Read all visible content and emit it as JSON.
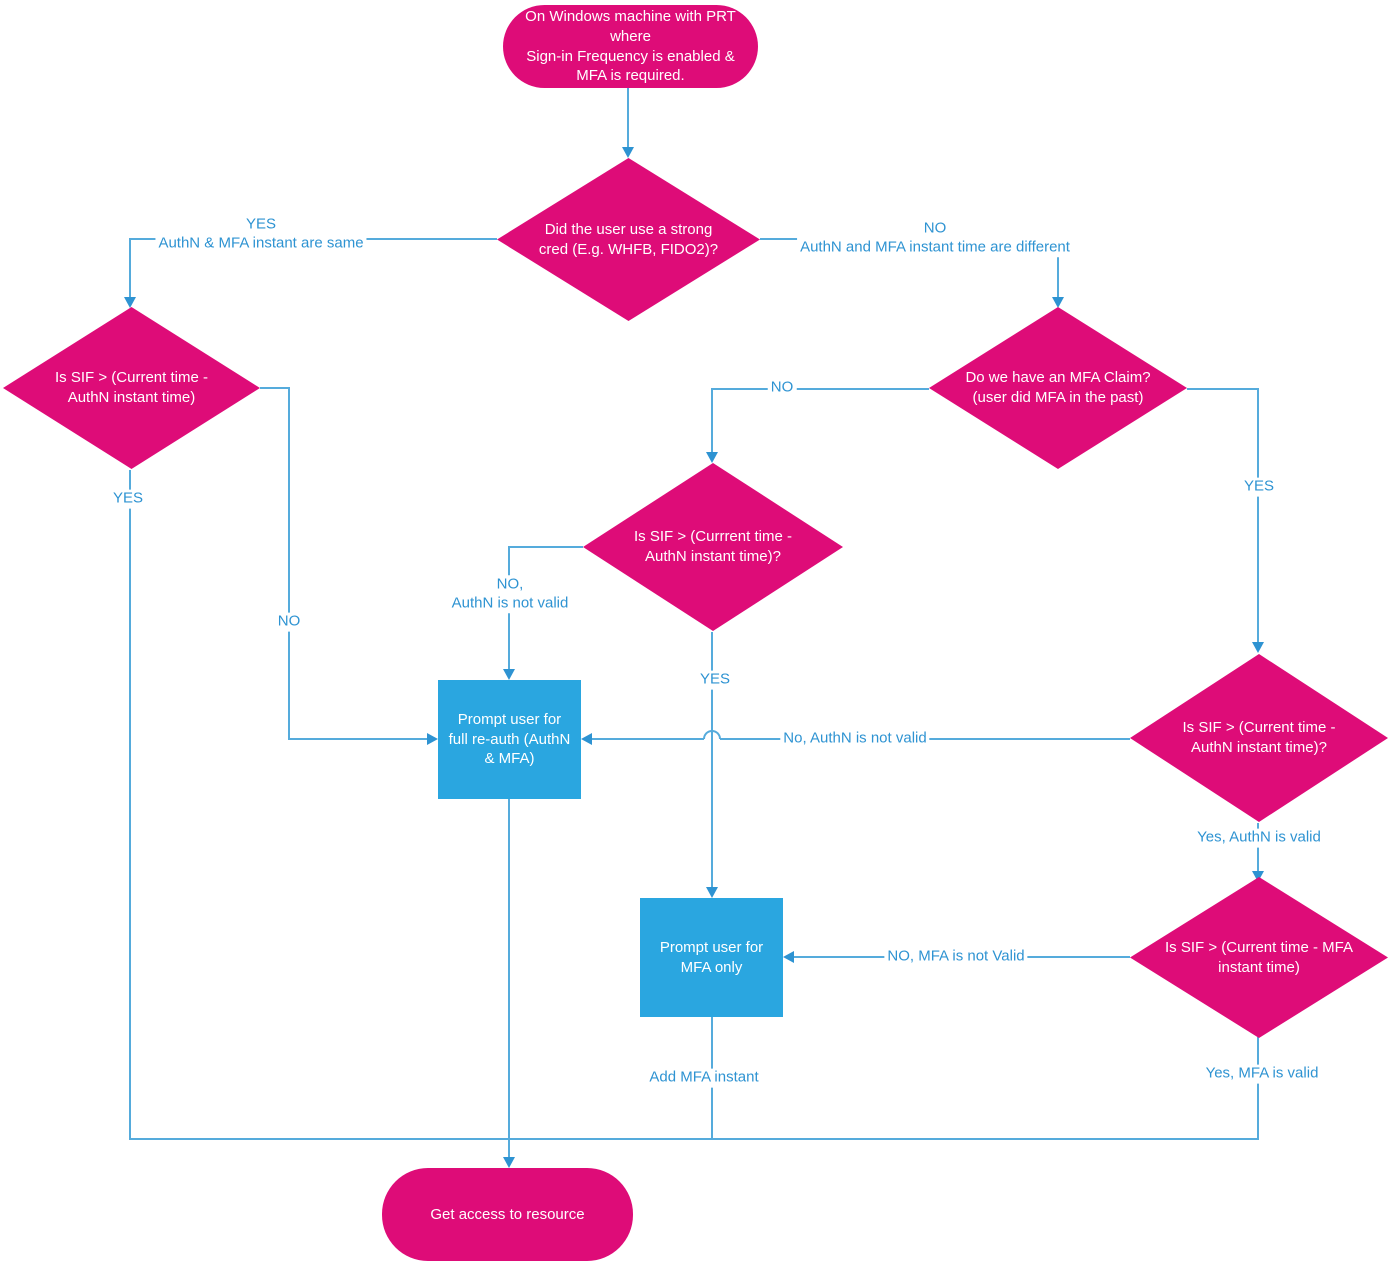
{
  "colors": {
    "shape_pink": "#de0c78",
    "box_blue": "#2aa6e0",
    "line_blue": "#55abdc",
    "label_blue": "#2e93d2",
    "shape_text": "#ffffff",
    "bg": "#ffffff"
  },
  "nodes": {
    "start": {
      "type": "terminator",
      "text": "On Windows machine with PRT\nwhere\nSign-in Frequency is enabled &\nMFA is required."
    },
    "q_strong_cred": {
      "type": "decision",
      "text": "Did the user use a strong\ncred (E.g. WHFB, FIDO2)?"
    },
    "q_sif_authn_left": {
      "type": "decision",
      "text": "Is SIF > (Current time -\nAuthN instant time)"
    },
    "q_mfa_claim": {
      "type": "decision",
      "text": "Do we have an MFA Claim?\n(user did MFA in the past)"
    },
    "q_sif_authn_mid": {
      "type": "decision",
      "text": "Is SIF > (Currrent time -\nAuthN instant time)?"
    },
    "prompt_full_reauth": {
      "type": "process",
      "text": "Prompt user for\nfull re-auth (AuthN\n& MFA)"
    },
    "q_sif_authn_right": {
      "type": "decision",
      "text": "Is SIF > (Current time -\nAuthN instant time)?"
    },
    "prompt_mfa_only": {
      "type": "process",
      "text": "Prompt user for\nMFA only"
    },
    "q_sif_mfa": {
      "type": "decision",
      "text": "Is SIF > (Current time - MFA\ninstant time)"
    },
    "end": {
      "type": "terminator",
      "text": "Get access to resource"
    }
  },
  "edge_labels": {
    "yes_same": "YES\nAuthN & MFA instant are same",
    "no_different": "NO\nAuthN and MFA instant time are different",
    "yes_left": "YES",
    "no_left": "NO",
    "no_mid": "NO",
    "yes_right": "YES",
    "no_authn_not_valid": "NO,\nAuthN is not valid",
    "yes_mid": "YES",
    "no_authn_not_valid_2": "No, AuthN is not valid",
    "yes_authn_valid": "Yes, AuthN is valid",
    "no_mfa_not_valid": "NO, MFA is not Valid",
    "yes_mfa_valid": "Yes, MFA is valid",
    "add_mfa_instant": "Add MFA instant"
  }
}
